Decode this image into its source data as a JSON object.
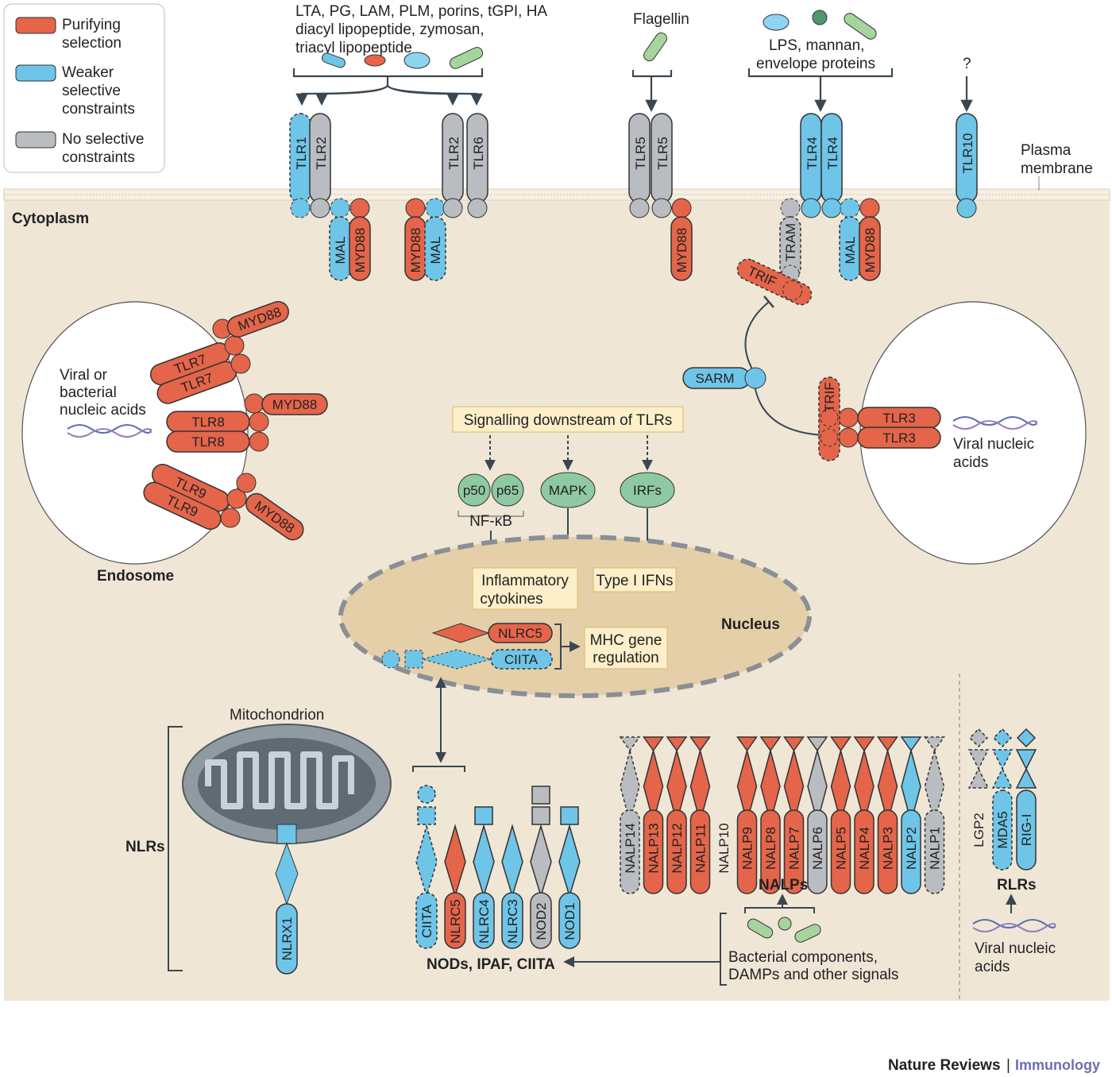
{
  "legend": {
    "purifying": "Purifying selection",
    "weaker": "Weaker selective constraints",
    "none": "No selective constraints"
  },
  "colors": {
    "purifying": "#e4654a",
    "weaker": "#6ec5e8",
    "none": "#b9bcc0",
    "cytoplasm": "#f0e6d6",
    "nucleus": "#e4cfa8",
    "signal": "#8ec9a3",
    "box": "#fdefc9"
  },
  "labels": {
    "ligands_top": [
      "LTA, PG, LAM, PLM, porins, tGPI, HA",
      "diacyl lipopeptide, zymosan,",
      "triacyl lipopeptide"
    ],
    "flagellin": "Flagellin",
    "lps": [
      "LPS, mannan,",
      "envelope proteins"
    ],
    "question": "?",
    "plasma_membrane": [
      "Plasma",
      "membrane"
    ],
    "cytoplasm": "Cytoplasm",
    "endosome": "Endosome",
    "viral_bacterial": [
      "Viral or",
      "bacterial",
      "nucleic acids"
    ],
    "viral_nucleic_right": [
      "Viral nucleic",
      "acids"
    ],
    "signalling": "Signalling downstream of TLRs",
    "nfkb": "NF-κB",
    "inflammatory": [
      "Inflammatory",
      "cytokines"
    ],
    "type1": "Type I IFNs",
    "nucleus": "Nucleus",
    "mhc": [
      "MHC gene",
      "regulation"
    ],
    "mitochondrion": "Mitochondrion",
    "nlrs": "NLRs",
    "nods": "NODs, IPAF, CIITA",
    "nalps": "NALPs",
    "rlrs": "RLRs",
    "bacterial": [
      "Bacterial components,",
      "DAMPs and other signals"
    ],
    "viral_bottom": [
      "Viral nucleic",
      "acids"
    ],
    "footer_journal": "Nature Reviews",
    "footer_sep": "|",
    "footer_section": "Immunology"
  },
  "proteins": {
    "tlr1": "TLR1",
    "tlr2": "TLR2",
    "tlr6": "TLR6",
    "tlr5": "TLR5",
    "tlr4": "TLR4",
    "tlr10": "TLR10",
    "mal": "MAL",
    "myd88": "MYD88",
    "tram": "TRAM",
    "trif": "TRIF",
    "sarm": "SARM",
    "tlr7": "TLR7",
    "tlr8": "TLR8",
    "tlr9": "TLR9",
    "tlr3": "TLR3",
    "p50": "p50",
    "p65": "p65",
    "mapk": "MAPK",
    "irfs": "IRFs",
    "nlrc5": "NLRC5",
    "ciita": "CIITA",
    "nlrx1": "NLRX1",
    "nod_family": [
      "CIITA",
      "NLRC5",
      "NLRC4",
      "NLRC3",
      "NOD2",
      "NOD1"
    ],
    "nalp_family": [
      "NALP14",
      "NALP13",
      "NALP12",
      "NALP11",
      "NALP10",
      "NALP9",
      "NALP8",
      "NALP7",
      "NALP6",
      "NALP5",
      "NALP4",
      "NALP3",
      "NALP2",
      "NALP1"
    ],
    "rlr_family": [
      "LGP2",
      "MDA5",
      "RIG-I"
    ]
  }
}
